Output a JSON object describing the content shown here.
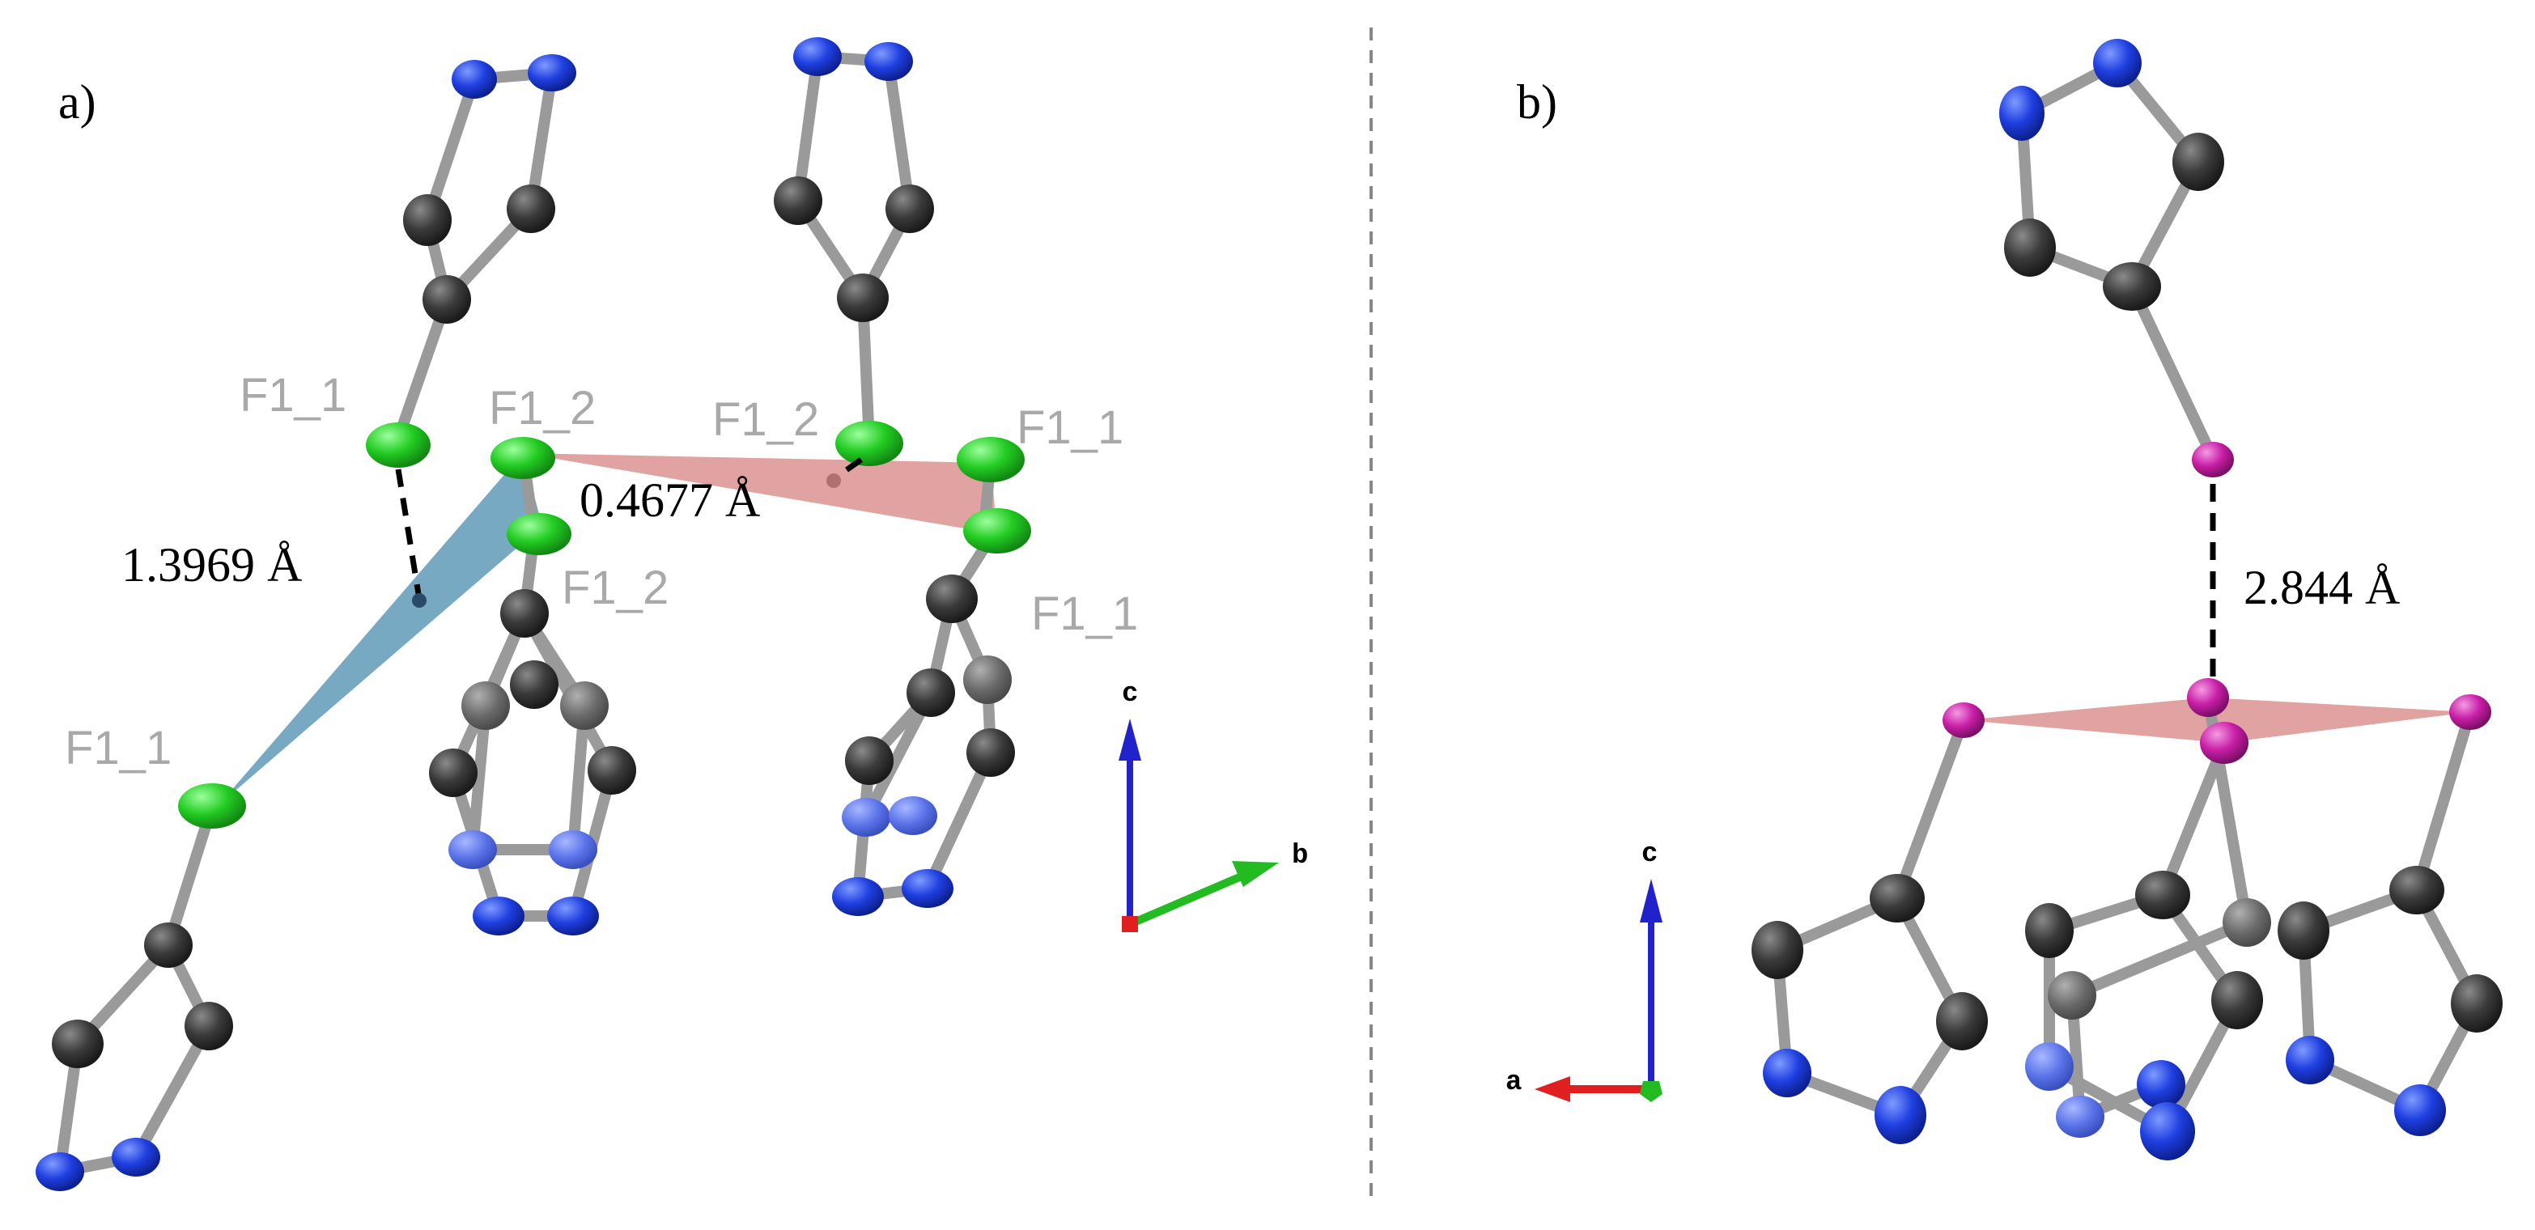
{
  "panel_a": {
    "label": "a)",
    "atom_labels": [
      "F1_1",
      "F1_2",
      "F1_2",
      "F1_1",
      "F1_2",
      "F1_1",
      "F1_1"
    ],
    "distances": [
      "1.3969 Å",
      "0.4677 Å"
    ],
    "axes": {
      "vertical": "c",
      "horizontal": "b"
    }
  },
  "panel_b": {
    "label": "b)",
    "distance": "2.844 Å",
    "axes": {
      "vertical": "c",
      "horizontal": "a"
    }
  },
  "colors": {
    "carbon": "#3b3b3b",
    "nitrogen": "#1f3fe0",
    "fluorine": "#22cc22",
    "iodine": "#c81ea6",
    "bond": "#9a9a9a",
    "plane_blue": "#5f9ab8",
    "plane_red": "#d98b8b",
    "axis_a": "#e02020",
    "axis_b": "#22bb22",
    "axis_c": "#2222cc",
    "separator": "#888888"
  }
}
